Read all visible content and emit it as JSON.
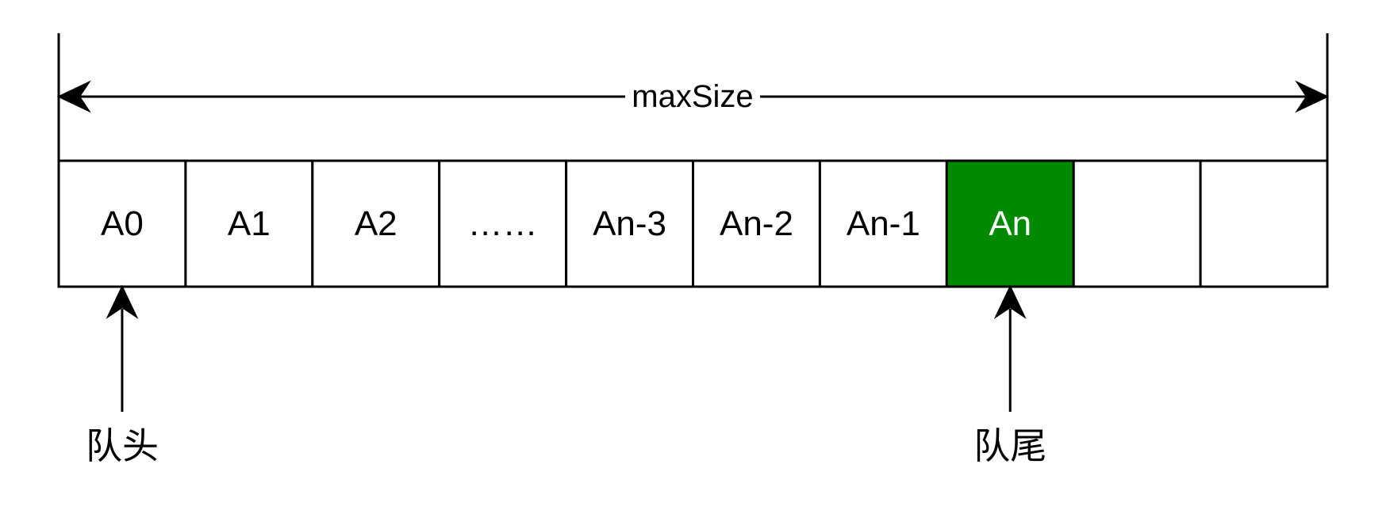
{
  "diagram": {
    "dimension_label": "maxSize",
    "cells": [
      {
        "label": "A0",
        "highlighted": false
      },
      {
        "label": "A1",
        "highlighted": false
      },
      {
        "label": "A2",
        "highlighted": false
      },
      {
        "label": "……",
        "highlighted": false
      },
      {
        "label": "An-3",
        "highlighted": false
      },
      {
        "label": "An-2",
        "highlighted": false
      },
      {
        "label": "An-1",
        "highlighted": false
      },
      {
        "label": "An",
        "highlighted": true
      },
      {
        "label": "",
        "highlighted": false
      },
      {
        "label": "",
        "highlighted": false
      }
    ],
    "pointers": [
      {
        "label": "队头",
        "cell_index": 0
      },
      {
        "label": "队尾",
        "cell_index": 7
      }
    ]
  },
  "colors": {
    "highlight_fill": "#008a00",
    "highlight_text": "#ffffff",
    "stroke": "#000000",
    "text": "#000000",
    "background": "#ffffff"
  }
}
